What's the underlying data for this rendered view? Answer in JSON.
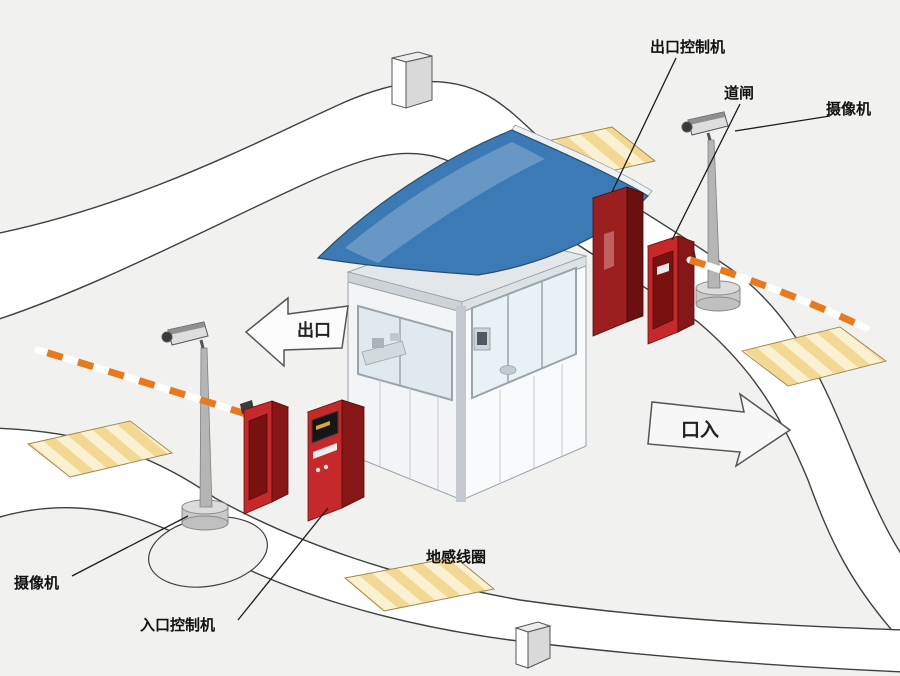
{
  "labels": {
    "exit_controller": "出口控制机",
    "barrier_gate": "道闸",
    "camera_top_right": "摄像机",
    "camera_bottom_left": "摄像机",
    "entrance_controller": "入口控制机",
    "ground_loop": "地感线圈",
    "exit_arrow": "出口",
    "entrance_arrow": "口入"
  },
  "colors": {
    "background": "#f1f1ef",
    "road": "#ffffff",
    "canopy": "#3c7ab5",
    "machine_red": "#c62929",
    "machine_red_dark": "#871616",
    "exit_machine_red": "#9b1f1f",
    "exit_machine_red_dark": "#6b1010",
    "arm_orange": "#e8791c",
    "loop_yellow": "#f3d893",
    "loop_stripe": "#faf0d2",
    "pole_gray": "#b5b5b5"
  }
}
